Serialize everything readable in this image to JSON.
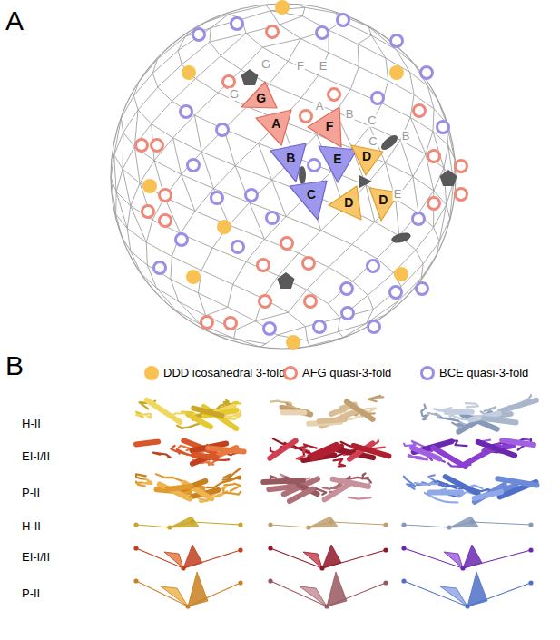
{
  "diagram": {
    "nodes": [
      {
        "text": [
          "G"
        ]
      },
      {
        "text": [
          "A"
        ]
      },
      {
        "text": [
          "F"
        ]
      },
      {
        "text": [
          "B"
        ]
      },
      {
        "text": [
          "E"
        ]
      },
      {
        "text": [
          "C"
        ]
      },
      {
        "text": [
          "D"
        ]
      },
      {
        "text": [
          "D"
        ]
      },
      {
        "text": [
          "D"
        ]
      }
    ],
    "labels": [
      "A",
      "B",
      "G",
      "F",
      "E",
      "G",
      "A",
      "B",
      "C",
      "B",
      "C",
      "E",
      "H-II",
      "EI-I/II",
      "P-II",
      "H-II",
      "EI-I/II",
      "P-II"
    ],
    "legend": [
      {
        "text": "DDD icosahedral 3-fold",
        "color": "#f9c152"
      },
      {
        "text": "AFG quasi-3-fold",
        "color": "#f08878"
      },
      {
        "text": "BCE quasi-3-fold",
        "color": "#9a8fe6"
      }
    ]
  }
}
